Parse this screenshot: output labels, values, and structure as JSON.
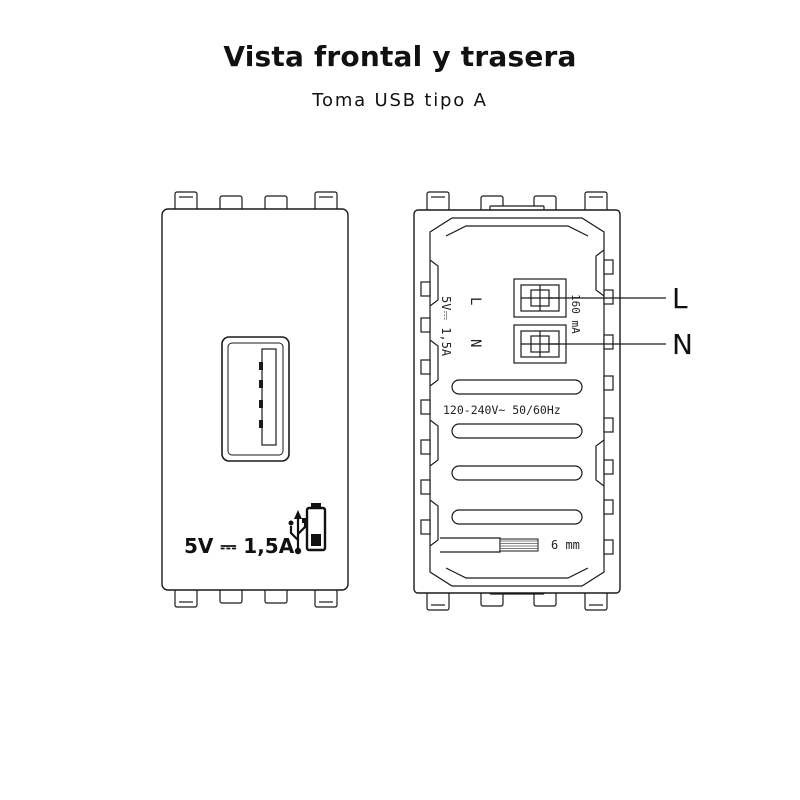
{
  "header": {
    "title": "Vista frontal y trasera",
    "subtitle": "Toma USB tipo A"
  },
  "front": {
    "rating_label": "5V ⎓ 1,5A"
  },
  "back": {
    "terminal_l_small": "L",
    "terminal_n_small": "N",
    "side_rating": "5V⎓ 1,5A",
    "current_label": "160 mA",
    "voltage_label": "120-240V~ 50/60Hz",
    "strip_label": "6  mm",
    "callout_l": "L",
    "callout_n": "N"
  },
  "colors": {
    "line": "#1a1a1a",
    "background": "#ffffff"
  }
}
